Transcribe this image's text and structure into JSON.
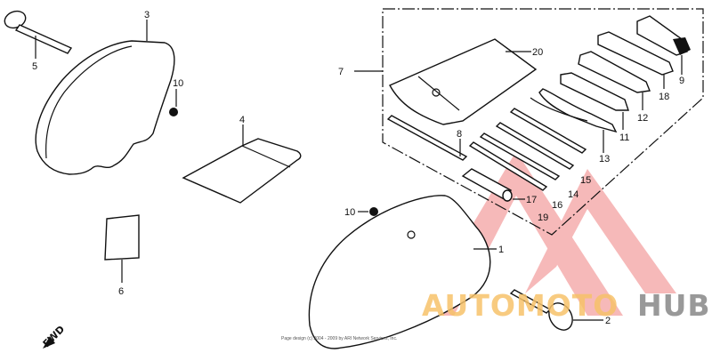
{
  "diagram": {
    "type": "exploded parts diagram",
    "subject": "side covers and tool kit",
    "callouts": [
      {
        "id": "1",
        "label": "1",
        "part": "right side cover"
      },
      {
        "id": "2",
        "label": "2",
        "part": "cover knob screw"
      },
      {
        "id": "3",
        "label": "3",
        "part": "left side cover"
      },
      {
        "id": "4",
        "label": "4",
        "part": "label / decal"
      },
      {
        "id": "5",
        "label": "5",
        "part": "cover knob screw"
      },
      {
        "id": "6",
        "label": "6",
        "part": "small label"
      },
      {
        "id": "7",
        "label": "7",
        "part": "tool kit assembly"
      },
      {
        "id": "8",
        "label": "8",
        "part": "tool bar"
      },
      {
        "id": "9",
        "label": "9",
        "part": "plug wrench"
      },
      {
        "id": "10a",
        "label": "10",
        "part": "grommet"
      },
      {
        "id": "10b",
        "label": "10",
        "part": "grommet"
      },
      {
        "id": "11",
        "label": "11",
        "part": "open end wrench"
      },
      {
        "id": "12",
        "label": "12",
        "part": "open end wrench"
      },
      {
        "id": "13",
        "label": "13",
        "part": "pliers"
      },
      {
        "id": "14",
        "label": "14",
        "part": "screwdriver"
      },
      {
        "id": "15",
        "label": "15",
        "part": "screwdriver"
      },
      {
        "id": "16",
        "label": "16",
        "part": "screwdriver grip"
      },
      {
        "id": "17",
        "label": "17",
        "part": "handle"
      },
      {
        "id": "18",
        "label": "18",
        "part": "box wrench"
      },
      {
        "id": "19",
        "label": "19",
        "part": "bar"
      },
      {
        "id": "20",
        "label": "20",
        "part": "tool bag"
      }
    ],
    "direction_marker": "FWD",
    "copyright": "Page design (c) 2004 - 2009 by ARI Network Services, Inc.",
    "watermark": {
      "part1": "AUTOMOTO",
      "part2": "HUB",
      "color1": "#f7c26a",
      "color2": "#8e8e8e",
      "triangle_color": "#f08080"
    }
  }
}
